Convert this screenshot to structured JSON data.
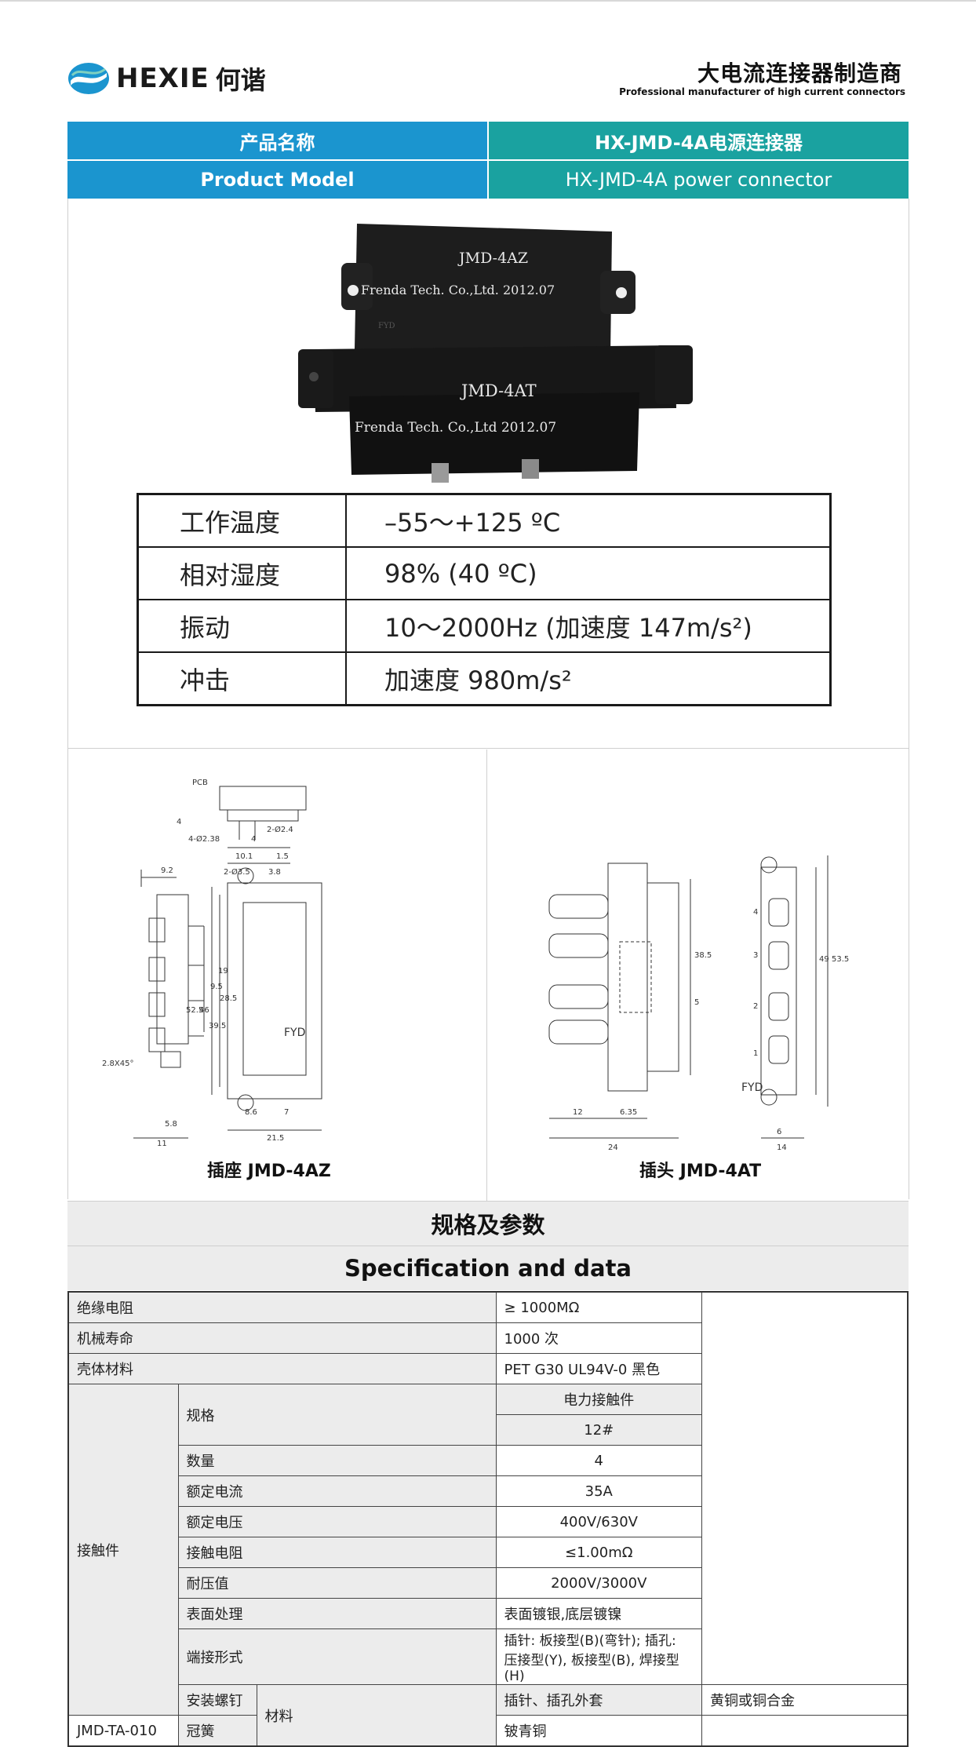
{
  "header": {
    "brand": "HEXIE",
    "brand_cn": "何谐",
    "tagline_cn": "大电流连接器制造商",
    "tagline_en": "Professional manufacturer of high current connectors"
  },
  "product": {
    "name_label_cn": "产品名称",
    "name_value_cn": "HX-JMD-4A电源连接器",
    "model_label_en": "Product Model",
    "model_value_en": "HX-JMD-4A power connector"
  },
  "photo": {
    "top_label": "JMD-4AZ",
    "top_maker": "Frenda Tech. Co.,Ltd.  2012.07",
    "bottom_label": "JMD-4AT",
    "bottom_maker": "Frenda Tech. Co.,Ltd  2012.07",
    "fyd": "FYD"
  },
  "environment": [
    {
      "key": "工作温度",
      "value": "–55～+125 ºC"
    },
    {
      "key": "相对湿度",
      "value": "98% (40 ºC)"
    },
    {
      "key": "振动",
      "value": "10～2000Hz (加速度 147m/s²)"
    },
    {
      "key": "冲击",
      "value": "加速度 980m/s²"
    }
  ],
  "drawings": {
    "left_caption": "插座  JMD-4AZ",
    "right_caption": "插头  JMD-4AT",
    "left_dims": {
      "pcb": "PCB",
      "d1": "2-Ø2.4",
      "d2": "4-Ø2.38",
      "d3": "10.1",
      "d4": "1.5",
      "d5": "4",
      "d6": "4",
      "d7": "9.2",
      "d8": "2-Ø3.5",
      "d9": "3.8",
      "d10": "9.5",
      "d11": "19",
      "d12": "28.5",
      "d13": "52.5",
      "d14": "46",
      "d15": "39.5",
      "d16": "2.8X45°",
      "d17": "5.8",
      "d18": "11",
      "d19": "8.6",
      "d20": "7",
      "d21": "21.5",
      "fyd": "FYD"
    },
    "right_dims": {
      "d1": "38.5",
      "d2": "5",
      "d3": "12",
      "d4": "6.35",
      "d5": "24",
      "d6": "49",
      "d7": "53.5",
      "d8": "6",
      "d9": "14",
      "n1": "1",
      "n2": "2",
      "n3": "3",
      "n4": "4",
      "fyd": "FYD"
    }
  },
  "spec": {
    "title_cn": "规格及参数",
    "title_en": "Specification and data",
    "rows": {
      "insulation": {
        "k": "绝缘电阻",
        "v": "≥ 1000MΩ"
      },
      "life": {
        "k": "机械寿命",
        "v": "1000  次"
      },
      "shell": {
        "k": "壳体材料",
        "v": "PET G30 UL94V-0  黑色"
      },
      "contact_group": "接触件",
      "spec_k": "规格",
      "spec_v1": "电力接触件",
      "spec_v2": "12#",
      "qty": {
        "k": "数量",
        "v": "4"
      },
      "current": {
        "k": "额定电流",
        "v": "35A"
      },
      "voltage": {
        "k": "额定电压",
        "v": "400V/630V"
      },
      "resistance": {
        "k": "接触电阻",
        "v": "≤1.00mΩ"
      },
      "withstand": {
        "k": "耐压值",
        "v": "2000V/3000V"
      },
      "surface": {
        "k": "表面处理",
        "v": "表面镀银,底层镀镍"
      },
      "termination": {
        "k": "端接形式",
        "v": "插针: 板接型(B)(弯针);  插孔: 压接型(Y),  板接型(B),  焊接型(H)"
      },
      "screw_k": "安装螺钉",
      "screw_v": "JMD-TA-010",
      "material_k": "材料",
      "m1": {
        "k": "插针、插孔外套",
        "v": "黄铜或铜合金"
      },
      "m2": {
        "k": "冠簧",
        "v": "铍青铜"
      }
    }
  },
  "colors": {
    "bar_blue": "#1b95cf",
    "bar_teal": "#1aa2a0"
  }
}
